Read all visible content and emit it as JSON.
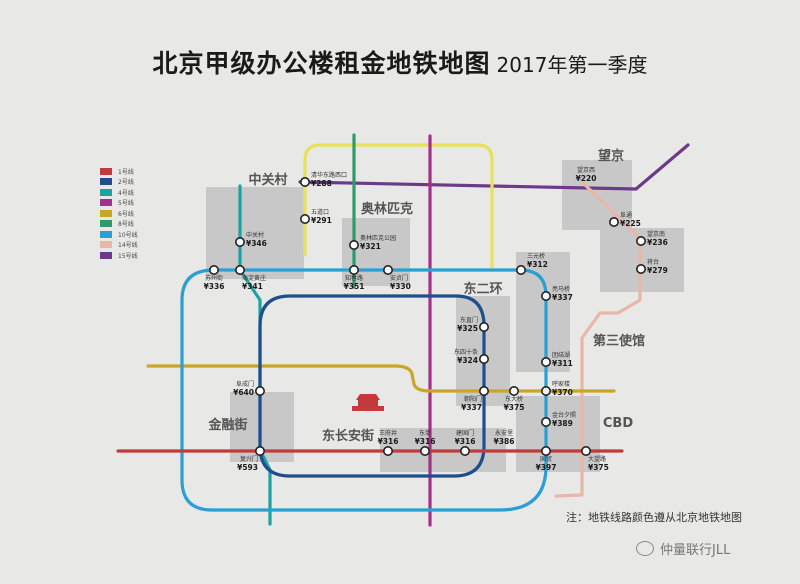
{
  "title": {
    "main": "北京甲级办公楼租金地铁地图",
    "sub": "2017年第一季度"
  },
  "legend": [
    {
      "label": "1号线",
      "color": "#c23a3a"
    },
    {
      "label": "2号线",
      "color": "#1f4e8c"
    },
    {
      "label": "4号线",
      "color": "#1aa3a3"
    },
    {
      "label": "5号线",
      "color": "#a3308a"
    },
    {
      "label": "6号线",
      "color": "#c9a52a"
    },
    {
      "label": "8号线",
      "color": "#2e9b6a"
    },
    {
      "label": "10号线",
      "color": "#2a9fd6"
    },
    {
      "label": "14号线",
      "color": "#e8b7a8"
    },
    {
      "label": "15号线",
      "color": "#6c3a8a"
    }
  ],
  "districts": [
    {
      "id": "zhongguancun",
      "name": "中关村"
    },
    {
      "id": "aolinpike",
      "name": "奥林匹克"
    },
    {
      "id": "wangjing",
      "name": "望京"
    },
    {
      "id": "dongerhuan",
      "name": "东二环"
    },
    {
      "id": "disanshiguan",
      "name": "第三使馆"
    },
    {
      "id": "jinrongjie",
      "name": "金融街"
    },
    {
      "id": "dongchanganjie",
      "name": "东长安街"
    },
    {
      "id": "cbd",
      "name": "CBD"
    }
  ],
  "stations": [
    {
      "id": "qinghua",
      "name": "清华东路西口",
      "price": "¥288"
    },
    {
      "id": "wudaokou",
      "name": "五道口",
      "price": "¥291"
    },
    {
      "id": "zhongguancun",
      "name": "中关村",
      "price": "¥346"
    },
    {
      "id": "aolinpikegongyuan",
      "name": "奥林匹克公园",
      "price": "¥321"
    },
    {
      "id": "suzhoujie",
      "name": "苏州街",
      "price": "¥336"
    },
    {
      "id": "haidianhuangzhuang",
      "name": "海淀黄庄",
      "price": "¥341"
    },
    {
      "id": "zhichunlu",
      "name": "知春路",
      "price": "¥351"
    },
    {
      "id": "anzhenmen",
      "name": "安贞门",
      "price": "¥330"
    },
    {
      "id": "wangjingxi",
      "name": "望京西",
      "price": "¥220"
    },
    {
      "id": "fudong",
      "name": "阜通",
      "price": "¥225"
    },
    {
      "id": "wangjingnan",
      "name": "望京南",
      "price": "¥236"
    },
    {
      "id": "jiangtai",
      "name": "将台",
      "price": "¥279"
    },
    {
      "id": "sanyuanqiao",
      "name": "三元桥",
      "price": "¥312"
    },
    {
      "id": "liangmaqiao",
      "name": "亮马桥",
      "price": "¥337"
    },
    {
      "id": "dongzhimen",
      "name": "东直门",
      "price": "¥325"
    },
    {
      "id": "dongsishitiao",
      "name": "东四十条",
      "price": "¥324"
    },
    {
      "id": "tuanjiehu",
      "name": "团结湖",
      "price": "¥311"
    },
    {
      "id": "hujialou",
      "name": "呼家楼",
      "price": "¥370"
    },
    {
      "id": "chaoyangmen",
      "name": "朝阳门",
      "price": "¥337"
    },
    {
      "id": "dongdaqiao",
      "name": "东大桥",
      "price": "¥375"
    },
    {
      "id": "jintaixizhao",
      "name": "金台夕照",
      "price": "¥389"
    },
    {
      "id": "fuchengmen",
      "name": "阜成门",
      "price": "¥640"
    },
    {
      "id": "fuxingmen",
      "name": "复兴门",
      "price": "¥593"
    },
    {
      "id": "wangfujing",
      "name": "王府井",
      "price": "¥316"
    },
    {
      "id": "dongdan",
      "name": "东单",
      "price": "¥316"
    },
    {
      "id": "jianguomen",
      "name": "建国门",
      "price": "¥316"
    },
    {
      "id": "yonganli",
      "name": "永安里",
      "price": "¥386"
    },
    {
      "id": "guomao",
      "name": "国贸",
      "price": "¥397"
    },
    {
      "id": "dawanglu",
      "name": "大望路",
      "price": "¥375"
    }
  ],
  "note": "注：地铁线路颜色遵从北京地铁地图",
  "watermark": "仲量联行JLL"
}
